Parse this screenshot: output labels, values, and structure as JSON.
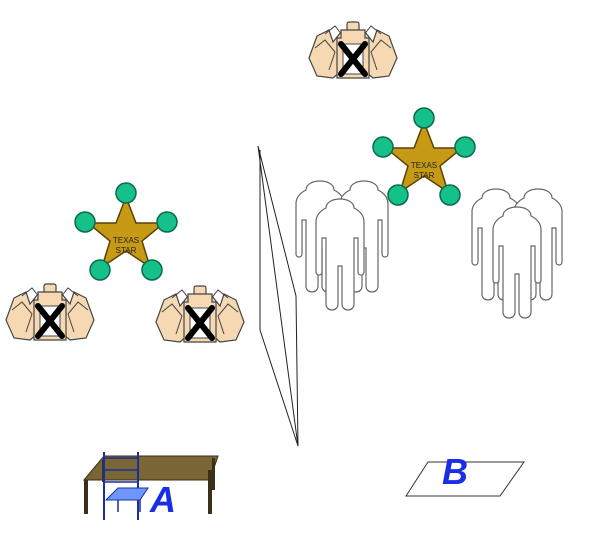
{
  "colors": {
    "hand_fill": "#f6d9b3",
    "hand_stroke": "#444444",
    "star_fill": "#c79a16",
    "star_stroke": "#5a4300",
    "dot_fill": "#16c08a",
    "dot_stroke": "#0a6a49",
    "x_mark": "#000000",
    "label_blue": "#1a2ee6",
    "chair_blue": "#6f95ff",
    "table_brown": "#7a6535"
  },
  "badges": [
    {
      "id": "badge-top-right",
      "line1": "TEXAS",
      "line2": "STAR"
    },
    {
      "id": "badge-left",
      "line1": "TEXAS",
      "line2": "STAR"
    }
  ],
  "labels": {
    "a": "A",
    "b": "B"
  },
  "icons": {
    "hand_group": "prisoner-hands-icon",
    "person": "person-outline-icon",
    "star": "sheriff-star-icon",
    "table": "table-icon",
    "chair": "chair-icon",
    "mat": "floor-mat-icon"
  }
}
